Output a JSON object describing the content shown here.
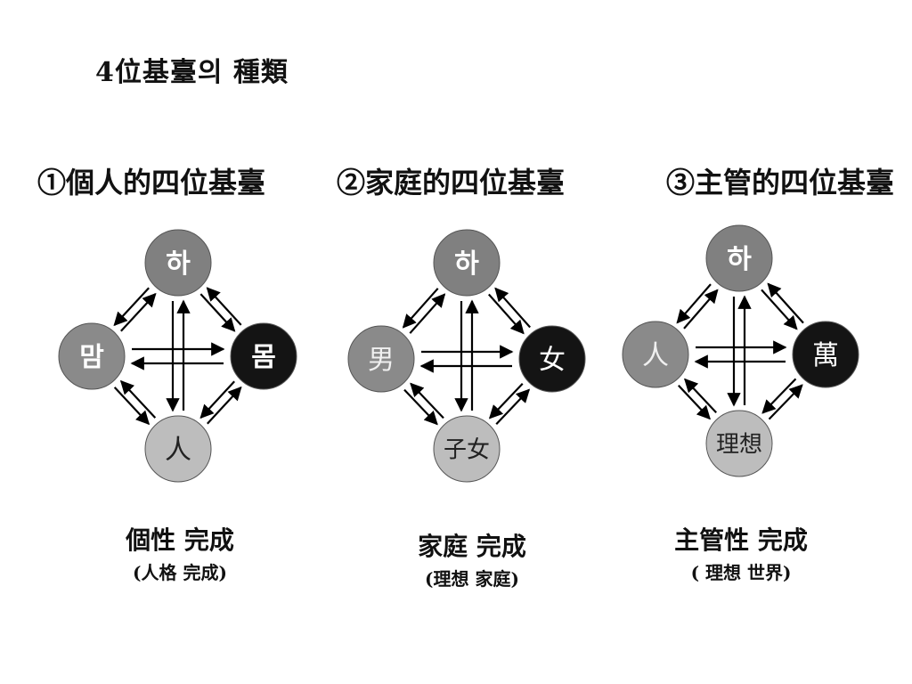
{
  "page_title": "4位基臺의  種類",
  "colors": {
    "top_node": "#808080",
    "left_node": "#8a8a8a",
    "right_node": "#141414",
    "bottom_node": "#bdbdbd",
    "arrow": "#000000"
  },
  "diagrams": [
    {
      "title": "①個人的四位基臺",
      "nodes": {
        "top": "하",
        "left": "맘",
        "right": "몸",
        "bottom": "人"
      },
      "caption": "個性 完成",
      "caption_sub": "(人格 完成)"
    },
    {
      "title": "②家庭的四位基臺",
      "nodes": {
        "top": "하",
        "left": "男",
        "right": "女",
        "bottom": "子女"
      },
      "caption": "家庭 完成",
      "caption_sub": "(理想 家庭)"
    },
    {
      "title": "③主管的四位基臺",
      "nodes": {
        "top": "하",
        "left": "人",
        "right": "萬",
        "bottom": "理想"
      },
      "caption": "主管性 完成",
      "caption_sub": "( 理想 世界)"
    }
  ]
}
